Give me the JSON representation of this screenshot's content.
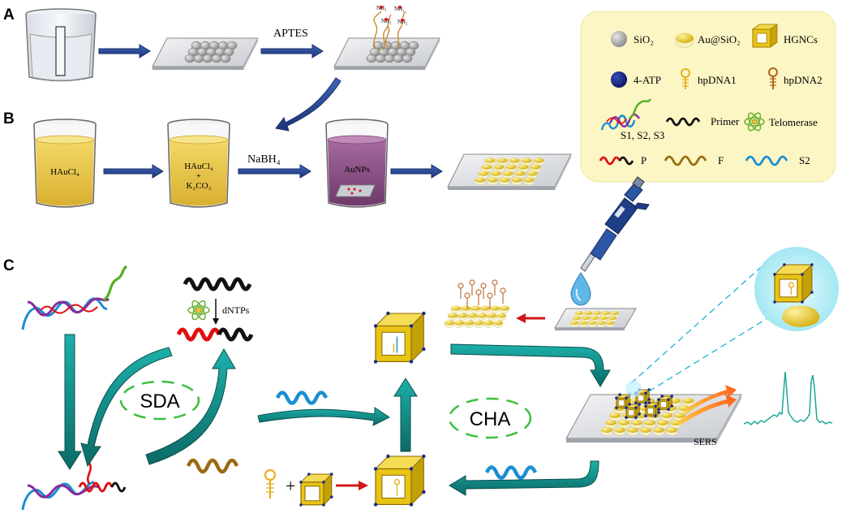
{
  "panels": {
    "a": "A",
    "b": "B",
    "c": "C"
  },
  "step_labels": {
    "aptes": "APTES",
    "nabh4": "NaBH₄",
    "dntps": "dNTPs",
    "sers": "SERS",
    "plus": "+"
  },
  "beaker_labels": {
    "haucl4": "HAuCl₄",
    "mix_top": "HAuCl₄",
    "mix_plus": "+",
    "mix_bottom": "K₂CO₃",
    "aunps": "AuNPs"
  },
  "amine_labels": {
    "n1": "NH₂",
    "n2": "NH₂",
    "n3": "NH₂",
    "n4": "NH₂"
  },
  "cycles": {
    "sda": "SDA",
    "cha": "CHA"
  },
  "legend": {
    "items": [
      {
        "label": "SiO₂"
      },
      {
        "label": "Au@SiO₂"
      },
      {
        "label": "HGNCs"
      },
      {
        "label": "4-ATP"
      },
      {
        "label": "hpDNA1"
      },
      {
        "label": "hpDNA2"
      },
      {
        "label": "S1, S2, S3"
      },
      {
        "label": "Primer"
      },
      {
        "label": "Telomerase"
      },
      {
        "label": "P"
      },
      {
        "label": "F"
      },
      {
        "label": "S2"
      }
    ]
  },
  "colors": {
    "legend_bg": "#fbf6c4",
    "gold": "#e8c415",
    "gold_dark": "#b8940a",
    "teal": "#159a96",
    "teal_dark": "#0c5f5c",
    "navy_arrow": "#2b4a9a",
    "red_arrow": "#d01818",
    "strand_blue": "#1a8fd0",
    "strand_red": "#e01010",
    "strand_brown": "#9a6a10",
    "strand_green": "#52b020",
    "strand_purple": "#8a2a9a",
    "sda_green": "#3cc040",
    "spectrum": "#1aa898"
  },
  "icons": [
    "beaker-icon",
    "glass-substrate-icon",
    "pipette-icon",
    "droplet-icon",
    "hgnc-cube-icon",
    "hairpin-icon",
    "telomerase-icon",
    "spectrum-icon"
  ]
}
